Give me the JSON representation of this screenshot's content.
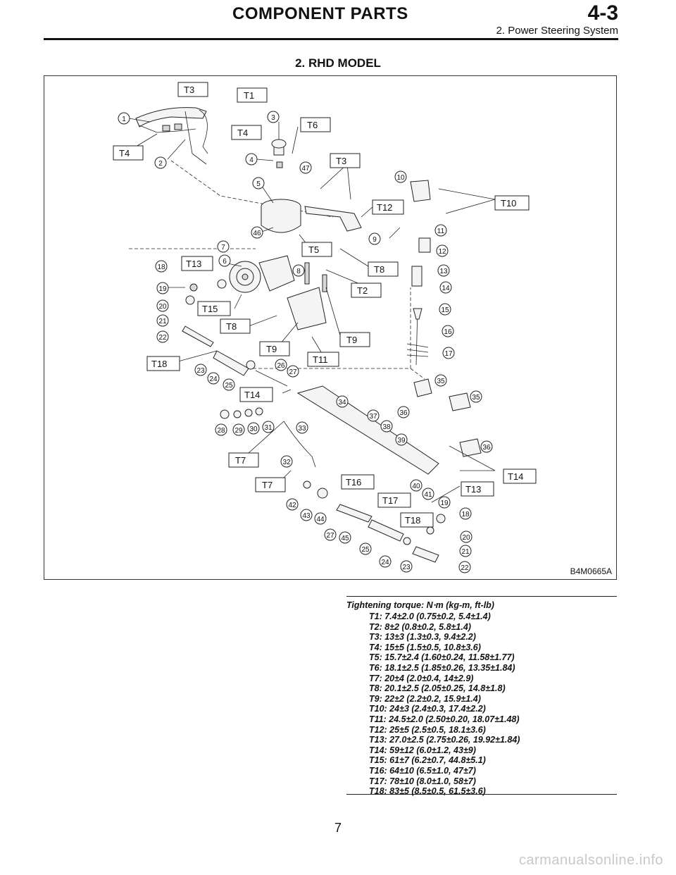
{
  "header": {
    "title": "COMPONENT PARTS",
    "section_number": "4-3",
    "subtitle": "2. Power Steering System"
  },
  "section_title": "2. RHD MODEL",
  "figure": {
    "code": "B4M0665A",
    "torque_labels": [
      "T3",
      "T1",
      "T4",
      "T6",
      "T4",
      "T3",
      "T12",
      "T10",
      "T5",
      "T8",
      "T13",
      "T2",
      "T15",
      "T8",
      "T9",
      "T9",
      "T11",
      "T18",
      "T14",
      "T7",
      "T7",
      "T16",
      "T17",
      "T13",
      "T14",
      "T18"
    ],
    "part_numbers": [
      "1",
      "2",
      "3",
      "4",
      "47",
      "5",
      "46",
      "10",
      "11",
      "12",
      "9",
      "7",
      "6",
      "8",
      "13",
      "14",
      "15",
      "16",
      "17",
      "18",
      "19",
      "20",
      "21",
      "22",
      "23",
      "24",
      "25",
      "26",
      "27",
      "35",
      "35",
      "34",
      "37",
      "38",
      "36",
      "36",
      "39",
      "28",
      "29",
      "30",
      "31",
      "33",
      "32",
      "40",
      "41",
      "19",
      "18",
      "20",
      "21",
      "22",
      "42",
      "43",
      "44",
      "27",
      "45",
      "25",
      "24",
      "23"
    ]
  },
  "torque": {
    "title": "Tightening torque: N⋅m (kg-m, ft-lb)",
    "items": [
      "T1: 7.4±2.0 (0.75±0.2, 5.4±1.4)",
      "T2: 8±2 (0.8±0.2, 5.8±1.4)",
      "T3: 13±3 (1.3±0.3, 9.4±2.2)",
      "T4: 15±5 (1.5±0.5, 10.8±3.6)",
      "T5: 15.7±2.4 (1.60±0.24, 11.58±1.77)",
      "T6: 18.1±2.5 (1.85±0.26, 13.35±1.84)",
      "T7: 20±4 (2.0±0.4, 14±2.9)",
      "T8: 20.1±2.5 (2.05±0.25, 14.8±1.8)",
      "T9: 22±2 (2.2±0.2, 15.9±1.4)",
      "T10: 24±3 (2.4±0.3, 17.4±2.2)",
      "T11: 24.5±2.0 (2.50±0.20, 18.07±1.48)",
      "T12: 25±5 (2.5±0.5, 18.1±3.6)",
      "T13: 27.0±2.5 (2.75±0.26, 19.92±1.84)",
      "T14: 59±12 (6.0±1.2, 43±9)",
      "T15: 61±7 (6.2±0.7, 44.8±5.1)",
      "T16: 64±10 (6.5±1.0, 47±7)",
      "T17: 78±10 (8.0±1.0, 58±7)",
      "T18: 83±5 (8.5±0.5, 61.5±3.6)"
    ]
  },
  "page_number": "7",
  "watermark": "carmanualsonline.info"
}
